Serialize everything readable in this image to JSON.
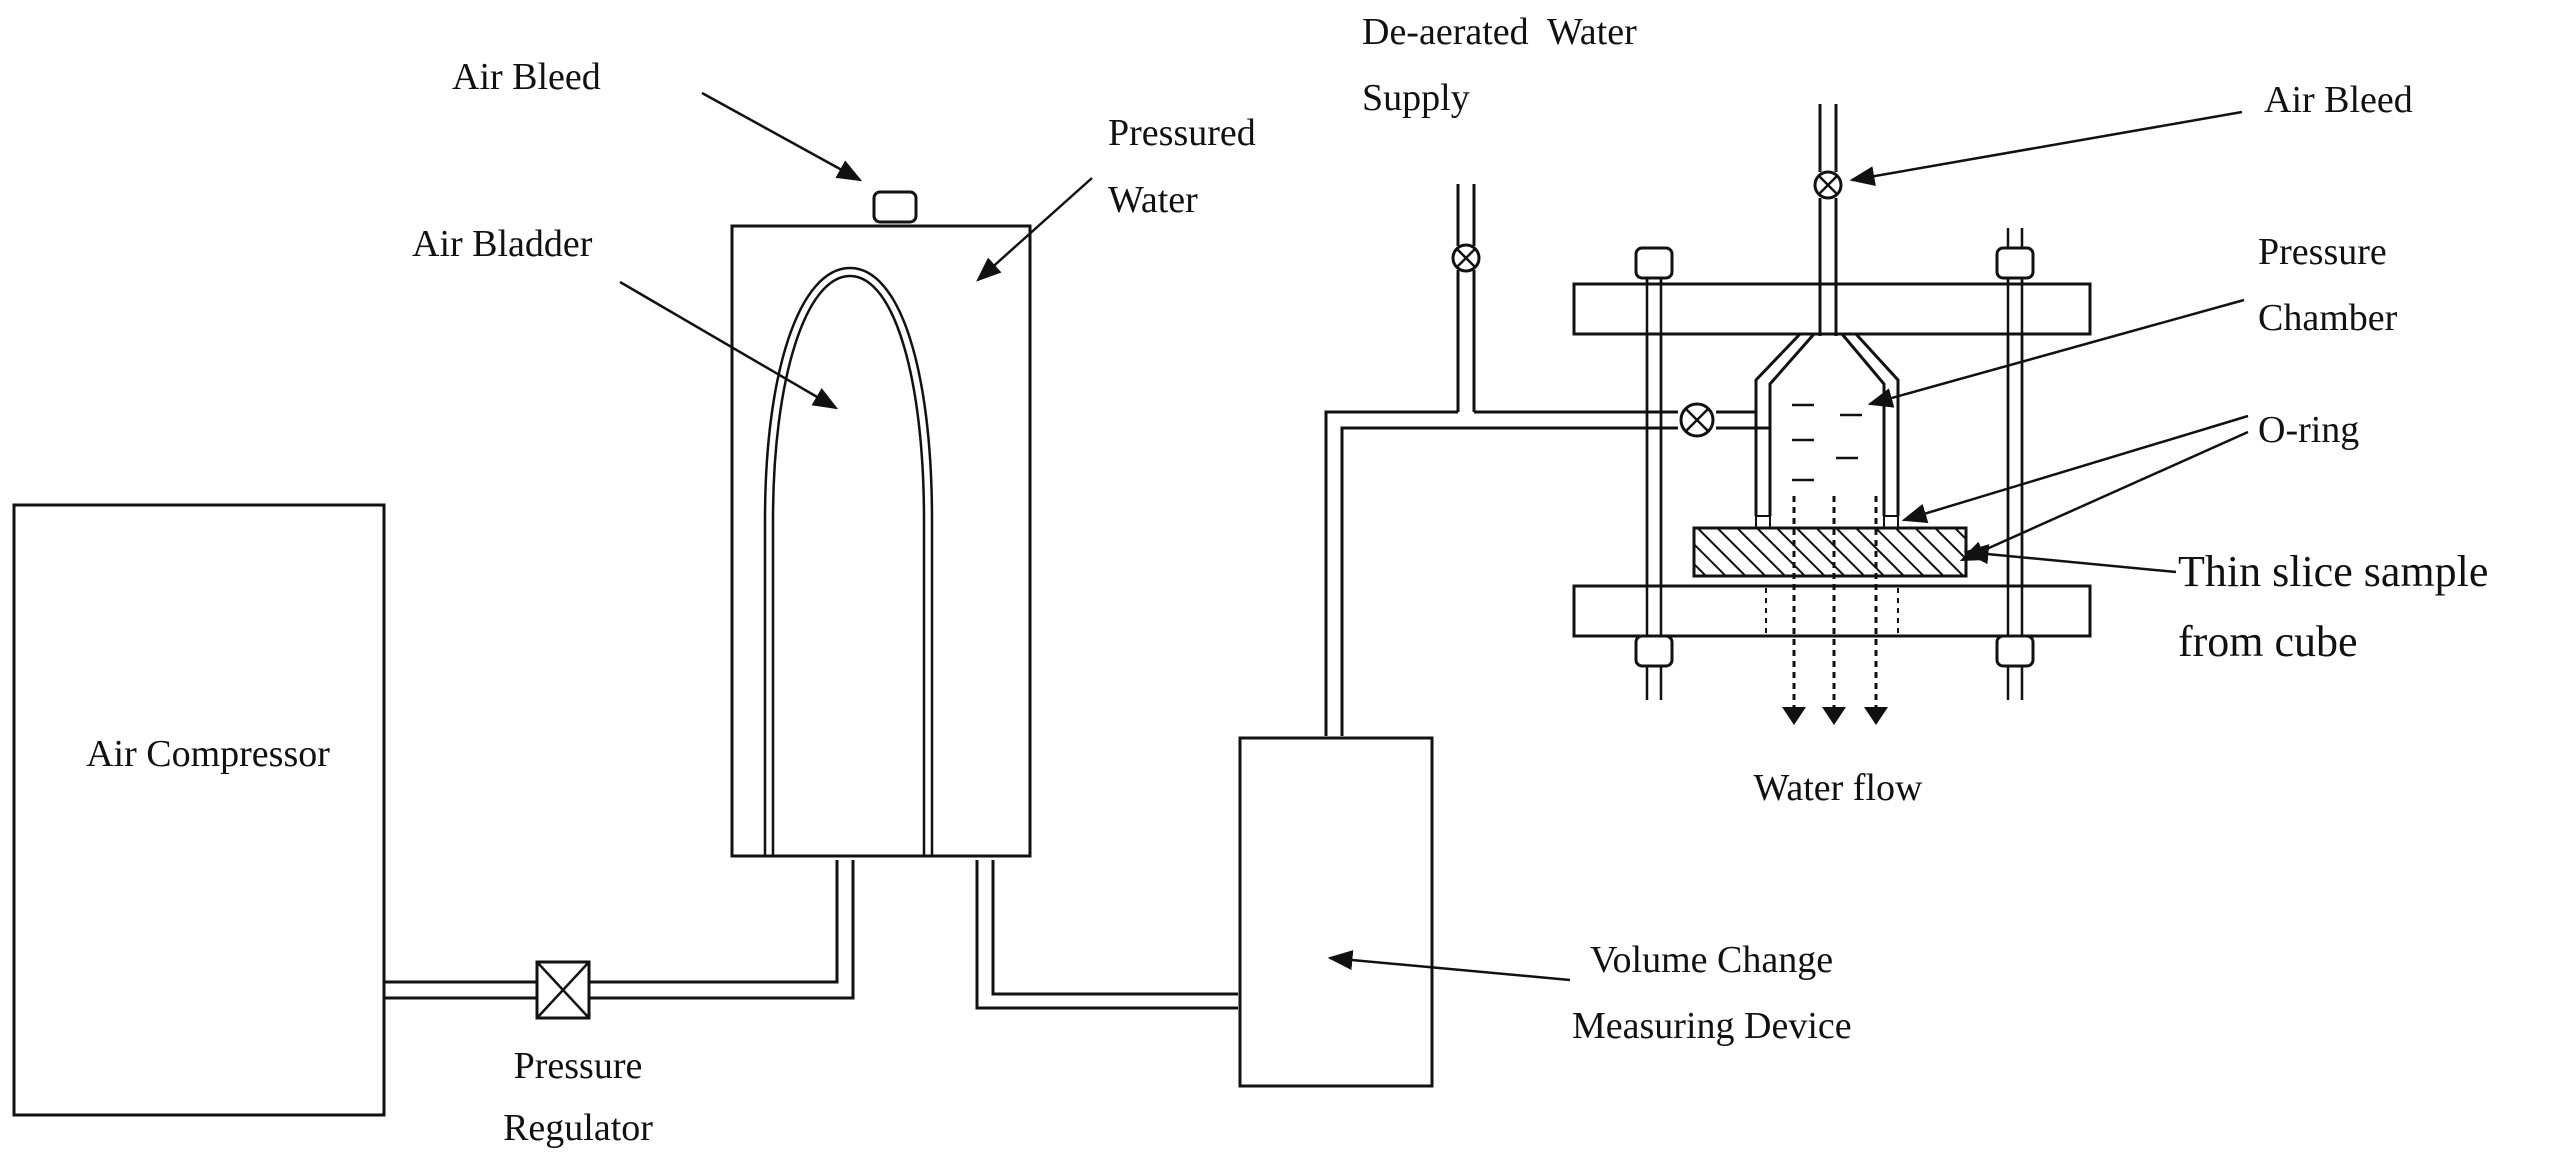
{
  "labels": {
    "air_compressor": "Air Compressor",
    "pressure_regulator_line1": "Pressure",
    "pressure_regulator_line2": "Regulator",
    "air_bleed_left": "Air Bleed",
    "air_bladder": "Air Bladder",
    "pressured_water_line1": "Pressured",
    "pressured_water_line2": "Water",
    "deaerated_line1": "De-aerated  Water",
    "deaerated_line2": "Supply",
    "air_bleed_right": "Air Bleed",
    "pressure_chamber_line1": "Pressure",
    "pressure_chamber_line2": "Chamber",
    "o_ring": "O-ring",
    "thin_slice_line1": "Thin slice sample",
    "thin_slice_line2": "from cube",
    "water_flow": "Water flow",
    "volume_change_line1": "Volume Change",
    "volume_change_line2": "Measuring Device"
  }
}
